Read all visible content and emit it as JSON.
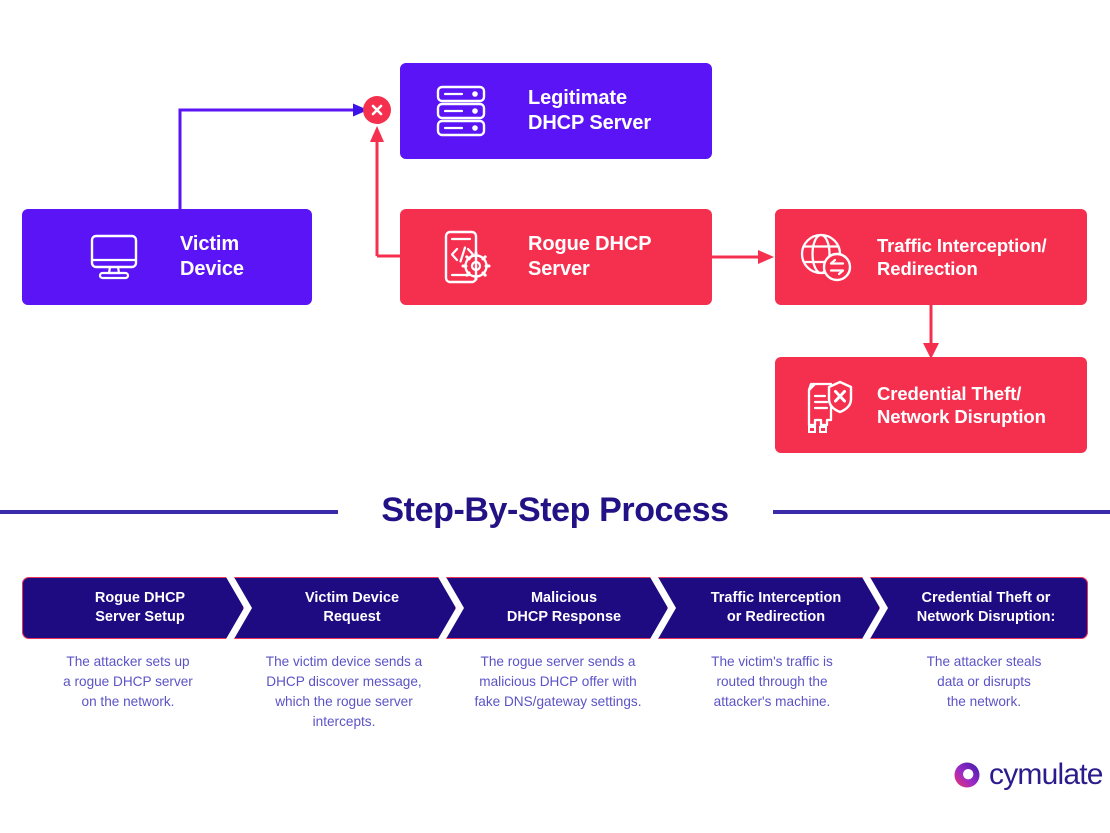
{
  "colors": {
    "purple": "#5A14F5",
    "red": "#F5304F",
    "navy": "#1E0B82",
    "title_navy": "#231286",
    "desc_text": "#5B53C6",
    "rule": "#3A2BA8",
    "chevron_border": "#E8365C",
    "white": "#FFFFFF"
  },
  "diagram": {
    "boxes": [
      {
        "id": "victim",
        "label": "Victim\nDevice",
        "icon": "monitor-icon",
        "color": "purple"
      },
      {
        "id": "legit",
        "label": "Legitimate\nDHCP Server",
        "icon": "server-rack-icon",
        "color": "purple"
      },
      {
        "id": "rogue",
        "label": "Rogue DHCP\nServer",
        "icon": "phone-code-gear-icon",
        "color": "red"
      },
      {
        "id": "traffic",
        "label": "Traffic Interception/\nRedirection",
        "icon": "globe-redirect-icon",
        "color": "red"
      },
      {
        "id": "cred",
        "label": "Credential Theft/\nNetwork Disruption",
        "icon": "document-shield-x-icon",
        "color": "red"
      }
    ],
    "blocked_marker": "x-circle-icon",
    "connectors": [
      {
        "from": "victim",
        "to": "blocked-marker",
        "color": "purple"
      },
      {
        "from": "rogue",
        "to": "blocked-marker",
        "color": "red"
      },
      {
        "from": "rogue",
        "to": "traffic",
        "color": "red"
      },
      {
        "from": "traffic",
        "to": "cred",
        "color": "red"
      }
    ]
  },
  "section": {
    "title": "Step-By-Step Process"
  },
  "steps": [
    {
      "label": "Rogue DHCP\nServer Setup",
      "description": "The attacker sets up\na rogue DHCP server\non the network."
    },
    {
      "label": "Victim Device\nRequest",
      "description": "The victim device sends a\nDHCP discover message,\nwhich the rogue server\nintercepts."
    },
    {
      "label": "Malicious\nDHCP Response",
      "description": "The rogue server sends a\nmalicious DHCP offer with\nfake DNS/gateway settings."
    },
    {
      "label": "Traffic Interception\nor Redirection",
      "description": "The victim's traffic is\nrouted through the\nattacker's machine."
    },
    {
      "label": "Credential Theft or\nNetwork Disruption:",
      "description": "The attacker steals\ndata or disrupts\nthe network."
    }
  ],
  "brand": {
    "name": "cymulate",
    "mark": "cymulate-ring-icon"
  }
}
